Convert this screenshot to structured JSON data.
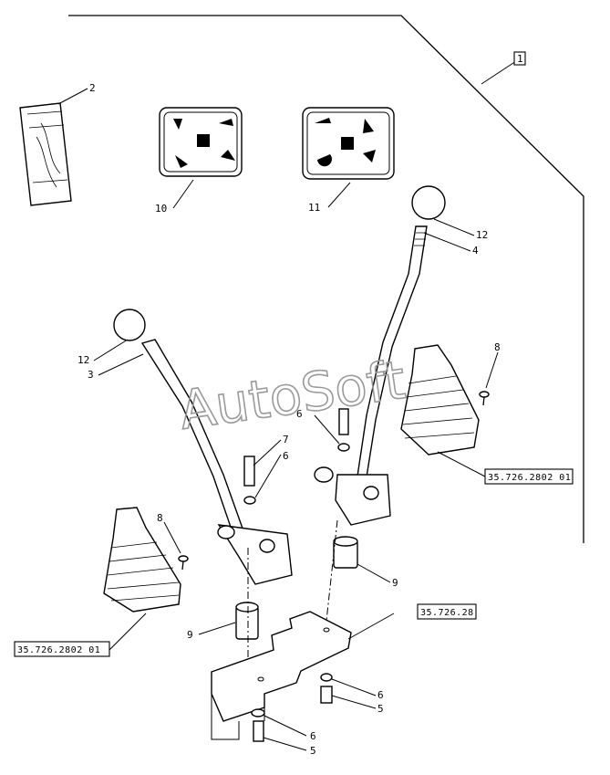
{
  "watermark": "AutoSoft",
  "frame_label": "1",
  "callouts": {
    "c2": "2",
    "c10": "10",
    "c11": "11",
    "c12a": "12",
    "c4": "4",
    "c12b": "12",
    "c3": "3",
    "c8a": "8",
    "c6a": "6",
    "c7": "7",
    "c6b": "6",
    "c8b": "8",
    "c9a": "9",
    "c9b": "9",
    "c6c": "6",
    "c5a": "5",
    "c6d": "6",
    "c5b": "5"
  },
  "refs": {
    "r1": "35.726.2802 01",
    "r2": "35.726.28",
    "r3": "35.726.2802 01"
  }
}
